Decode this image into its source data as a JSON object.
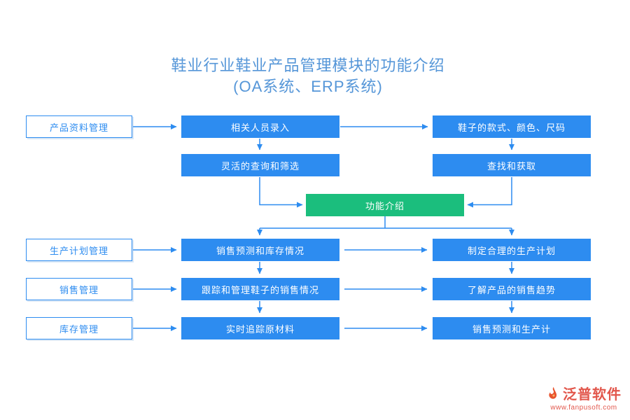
{
  "title": {
    "line1": "鞋业行业鞋业产品管理模块的功能介绍",
    "line2": "(OA系统、ERP系统)"
  },
  "colors": {
    "blue": "#2d8cf0",
    "green": "#1bbe7d",
    "title_blue": "#5596d8",
    "logo_red": "#e2574c",
    "box_text": "#ffffff"
  },
  "diagram": {
    "left_column": [
      {
        "label": "产品资料管理"
      },
      {
        "label": "生产计划管理"
      },
      {
        "label": "销售管理"
      },
      {
        "label": "库存管理"
      }
    ],
    "middle_column": [
      {
        "label": "相关人员录入"
      },
      {
        "label": "灵活的查询和筛选"
      },
      {
        "label": "销售预测和库存情况"
      },
      {
        "label": "跟踪和管理鞋子的销售情况"
      },
      {
        "label": "实时追踪原材料"
      }
    ],
    "right_column": [
      {
        "label": "鞋子的款式、颜色、尺码"
      },
      {
        "label": "查找和获取"
      },
      {
        "label": "制定合理的生产计划"
      },
      {
        "label": "了解产品的销售趋势"
      },
      {
        "label": "销售预测和生产计"
      }
    ],
    "center_node": {
      "label": "功能介绍"
    }
  },
  "footer": {
    "brand": "泛普软件",
    "url": "www.fanpusoft.com"
  }
}
